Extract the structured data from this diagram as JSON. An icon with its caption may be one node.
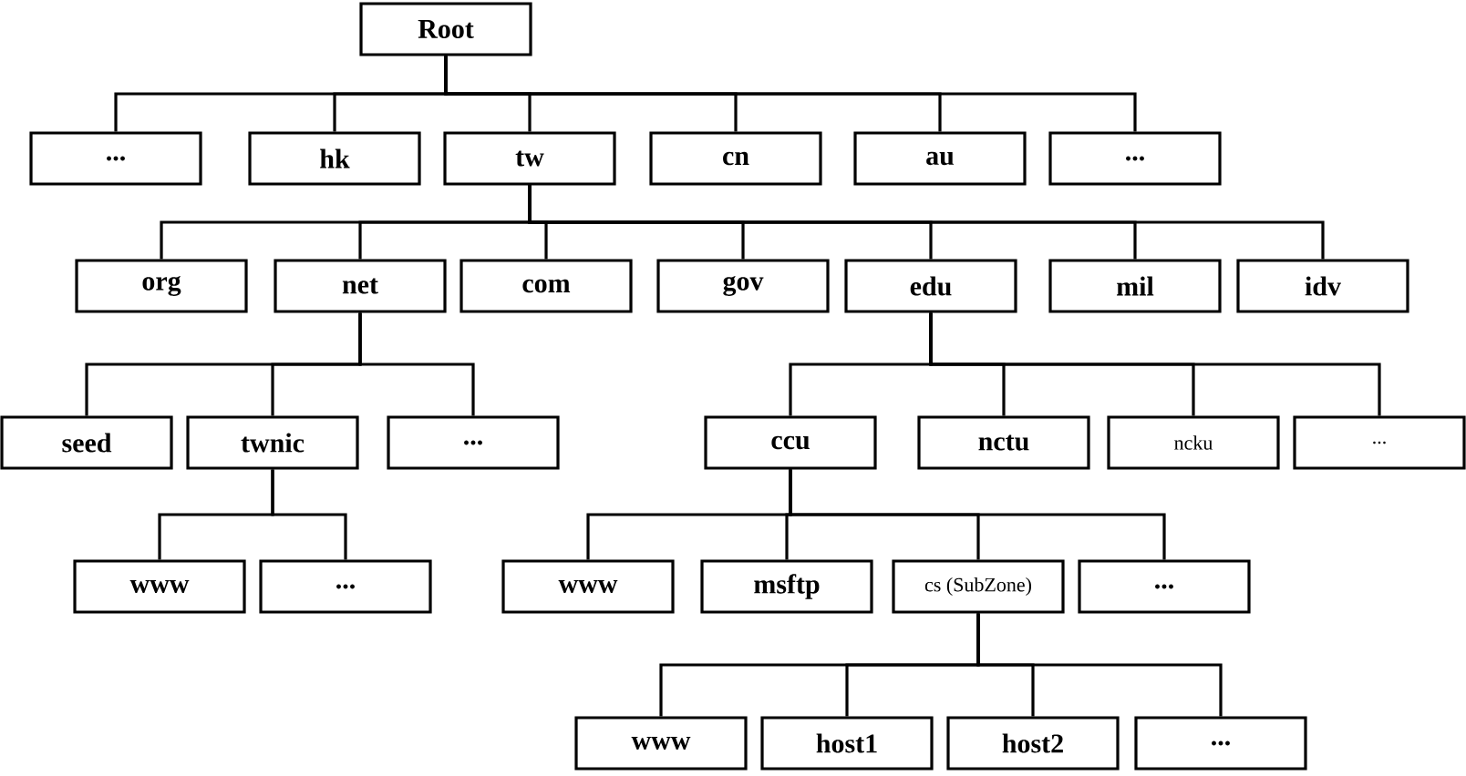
{
  "diagram": {
    "nodes": [
      {
        "text": [
          "Root"
        ]
      },
      {
        "text": [
          "..."
        ]
      },
      {
        "text": [
          "hk"
        ]
      },
      {
        "text": [
          "tw"
        ]
      },
      {
        "text": [
          "cn"
        ]
      },
      {
        "text": [
          "au"
        ]
      },
      {
        "text": [
          "..."
        ]
      },
      {
        "text": [
          "org"
        ]
      },
      {
        "text": [
          "net"
        ]
      },
      {
        "text": [
          "com"
        ]
      },
      {
        "text": [
          "gov"
        ]
      },
      {
        "text": [
          "edu"
        ]
      },
      {
        "text": [
          "mil"
        ]
      },
      {
        "text": [
          "idv"
        ]
      },
      {
        "text": [
          "seed"
        ]
      },
      {
        "text": [
          "twnic"
        ]
      },
      {
        "text": [
          "..."
        ]
      },
      {
        "text": [
          "ccu"
        ]
      },
      {
        "text": [
          "nctu"
        ]
      },
      {
        "text": [
          "ncku"
        ]
      },
      {
        "text": [
          "..."
        ]
      },
      {
        "text": [
          "www"
        ]
      },
      {
        "text": [
          "..."
        ]
      },
      {
        "text": [
          "www"
        ]
      },
      {
        "text": [
          "msftp"
        ]
      },
      {
        "text": [
          "cs (SubZone)"
        ]
      },
      {
        "text": [
          "..."
        ]
      },
      {
        "text": [
          "www"
        ]
      },
      {
        "text": [
          "host1"
        ]
      },
      {
        "text": [
          "host2"
        ]
      },
      {
        "text": [
          "..."
        ]
      }
    ],
    "edges": [
      {
        "from": 0,
        "to": 1,
        "arrow": "none"
      },
      {
        "from": 0,
        "to": 2,
        "arrow": "none"
      },
      {
        "from": 0,
        "to": 3,
        "arrow": "none"
      },
      {
        "from": 0,
        "to": 4,
        "arrow": "none"
      },
      {
        "from": 0,
        "to": 5,
        "arrow": "none"
      },
      {
        "from": 0,
        "to": 6,
        "arrow": "none"
      },
      {
        "from": 3,
        "to": 7,
        "arrow": "none"
      },
      {
        "from": 3,
        "to": 8,
        "arrow": "none"
      },
      {
        "from": 3,
        "to": 9,
        "arrow": "none"
      },
      {
        "from": 3,
        "to": 10,
        "arrow": "none"
      },
      {
        "from": 3,
        "to": 11,
        "arrow": "none"
      },
      {
        "from": 3,
        "to": 12,
        "arrow": "none"
      },
      {
        "from": 3,
        "to": 13,
        "arrow": "none"
      },
      {
        "from": 8,
        "to": 14,
        "arrow": "none"
      },
      {
        "from": 8,
        "to": 15,
        "arrow": "none"
      },
      {
        "from": 8,
        "to": 16,
        "arrow": "none"
      },
      {
        "from": 11,
        "to": 17,
        "arrow": "none"
      },
      {
        "from": 11,
        "to": 18,
        "arrow": "none"
      },
      {
        "from": 11,
        "to": 19,
        "arrow": "none"
      },
      {
        "from": 11,
        "to": 20,
        "arrow": "none"
      },
      {
        "from": 15,
        "to": 21,
        "arrow": "none"
      },
      {
        "from": 15,
        "to": 22,
        "arrow": "none"
      },
      {
        "from": 17,
        "to": 23,
        "arrow": "none"
      },
      {
        "from": 17,
        "to": 24,
        "arrow": "none"
      },
      {
        "from": 17,
        "to": 25,
        "arrow": "none"
      },
      {
        "from": 17,
        "to": 26,
        "arrow": "none"
      },
      {
        "from": 25,
        "to": 27,
        "arrow": "none"
      },
      {
        "from": 25,
        "to": 28,
        "arrow": "none"
      },
      {
        "from": 25,
        "to": 29,
        "arrow": "none"
      },
      {
        "from": 25,
        "to": 30,
        "arrow": "none"
      }
    ]
  }
}
